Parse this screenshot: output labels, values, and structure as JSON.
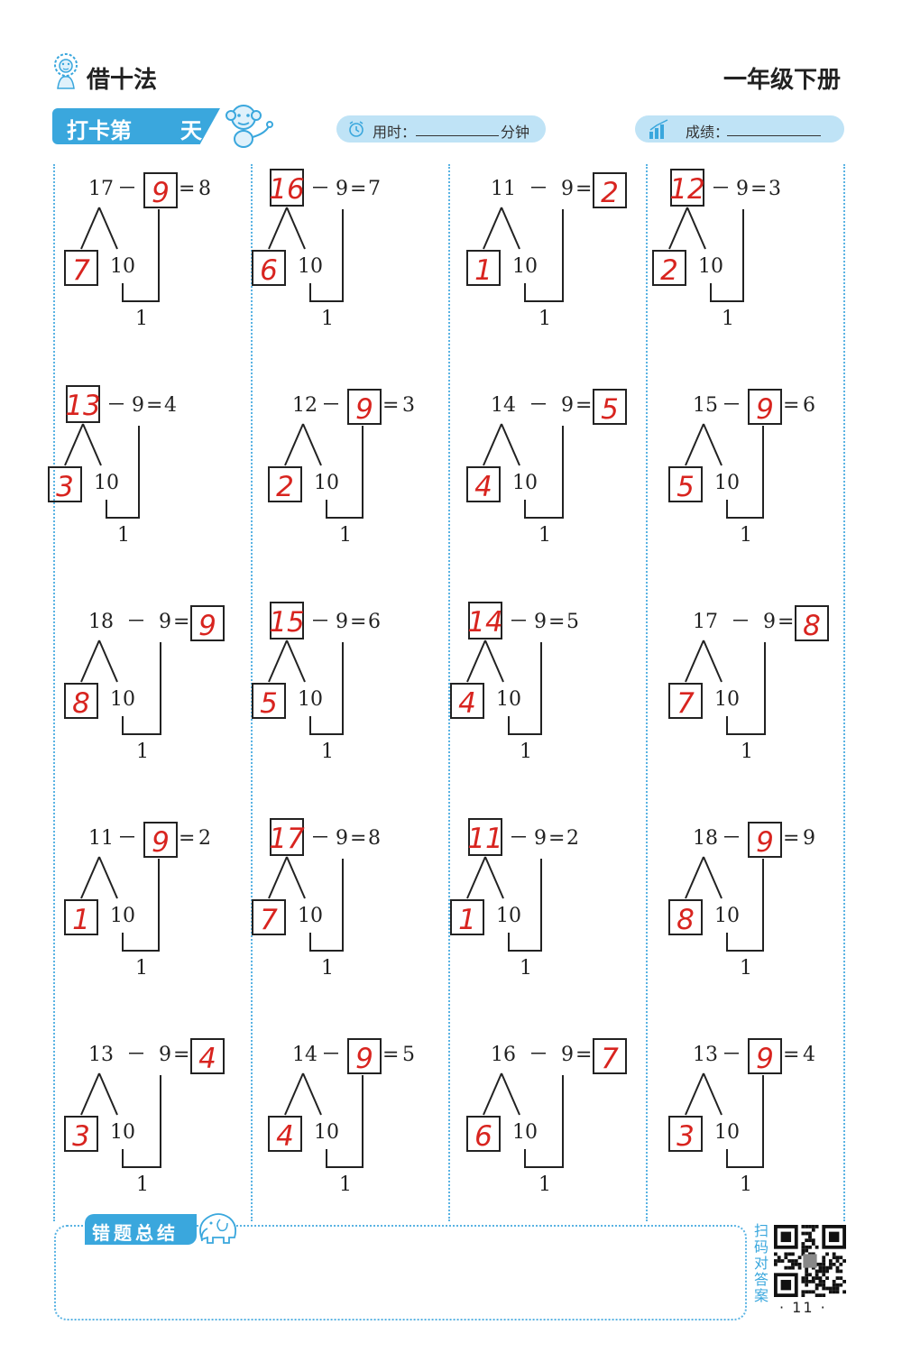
{
  "header": {
    "title": "借十法",
    "grade": "一年级下册",
    "checkin_prefix": "打卡第",
    "checkin_suffix": "天",
    "time_label": "用时：",
    "time_unit": "分钟",
    "score_label": "成绩："
  },
  "problems": [
    {
      "minuend": "17",
      "subtrahend": "9",
      "result": "8",
      "written": "9",
      "box": "subtrahend",
      "left_part": "7",
      "right_part": "10",
      "bottom": "1"
    },
    {
      "minuend": "16",
      "subtrahend": "9",
      "result": "7",
      "written": "16",
      "box": "minuend",
      "left_part": "6",
      "right_part": "10",
      "bottom": "1"
    },
    {
      "minuend": "11",
      "subtrahend": "9",
      "result": "2",
      "written": "2",
      "box": "result",
      "left_part": "1",
      "right_part": "10",
      "bottom": "1"
    },
    {
      "minuend": "12",
      "subtrahend": "9",
      "result": "3",
      "written": "12",
      "box": "minuend",
      "left_part": "2",
      "right_part": "10",
      "bottom": "1"
    },
    {
      "minuend": "13",
      "subtrahend": "9",
      "result": "4",
      "written": "13",
      "box": "minuend",
      "left_part": "3",
      "right_part": "10",
      "bottom": "1"
    },
    {
      "minuend": "12",
      "subtrahend": "9",
      "result": "3",
      "written": "9",
      "box": "subtrahend",
      "left_part": "2",
      "right_part": "10",
      "bottom": "1"
    },
    {
      "minuend": "14",
      "subtrahend": "9",
      "result": "5",
      "written": "5",
      "box": "result",
      "left_part": "4",
      "right_part": "10",
      "bottom": "1"
    },
    {
      "minuend": "15",
      "subtrahend": "9",
      "result": "6",
      "written": "9",
      "box": "subtrahend",
      "left_part": "5",
      "right_part": "10",
      "bottom": "1"
    },
    {
      "minuend": "18",
      "subtrahend": "9",
      "result": "9",
      "written": "9",
      "box": "result",
      "left_part": "8",
      "right_part": "10",
      "bottom": "1"
    },
    {
      "minuend": "15",
      "subtrahend": "9",
      "result": "6",
      "written": "15",
      "box": "minuend",
      "left_part": "5",
      "right_part": "10",
      "bottom": "1"
    },
    {
      "minuend": "14",
      "subtrahend": "9",
      "result": "5",
      "written": "14",
      "box": "minuend",
      "left_part": "4",
      "right_part": "10",
      "bottom": "1"
    },
    {
      "minuend": "17",
      "subtrahend": "9",
      "result": "8",
      "written": "8",
      "box": "result",
      "left_part": "7",
      "right_part": "10",
      "bottom": "1"
    },
    {
      "minuend": "11",
      "subtrahend": "9",
      "result": "2",
      "written": "9",
      "box": "subtrahend",
      "left_part": "1",
      "right_part": "10",
      "bottom": "1"
    },
    {
      "minuend": "17",
      "subtrahend": "9",
      "result": "8",
      "written": "17",
      "box": "minuend",
      "left_part": "7",
      "right_part": "10",
      "bottom": "1"
    },
    {
      "minuend": "11",
      "subtrahend": "9",
      "result": "2",
      "written": "11",
      "box": "minuend",
      "left_part": "1",
      "right_part": "10",
      "bottom": "1"
    },
    {
      "minuend": "18",
      "subtrahend": "9",
      "result": "9",
      "written": "9",
      "box": "subtrahend",
      "left_part": "8",
      "right_part": "10",
      "bottom": "1"
    },
    {
      "minuend": "13",
      "subtrahend": "9",
      "result": "4",
      "written": "4",
      "box": "result",
      "left_part": "3",
      "right_part": "10",
      "bottom": "1"
    },
    {
      "minuend": "14",
      "subtrahend": "9",
      "result": "5",
      "written": "9",
      "box": "subtrahend",
      "left_part": "4",
      "right_part": "10",
      "bottom": "1"
    },
    {
      "minuend": "16",
      "subtrahend": "9",
      "result": "7",
      "written": "7",
      "box": "result",
      "left_part": "6",
      "right_part": "10",
      "bottom": "1"
    },
    {
      "minuend": "13",
      "subtrahend": "9",
      "result": "4",
      "written": "9",
      "box": "subtrahend",
      "left_part": "3",
      "right_part": "10",
      "bottom": "1"
    }
  ],
  "summary": {
    "label": "错题总结"
  },
  "footer": {
    "scan_text": "扫码对答案",
    "page_number": "· 11 ·"
  },
  "colors": {
    "accent": "#3aa7dd",
    "light": "#bfe3f6",
    "handwriting": "#d8241f"
  },
  "icons": {
    "top": "lion-mascot-icon",
    "checkin": "monkey-mascot-icon",
    "time": "alarm-clock-icon",
    "score": "bar-chart-icon",
    "summary": "elephant-icon",
    "answers": "qr-code-icon"
  }
}
